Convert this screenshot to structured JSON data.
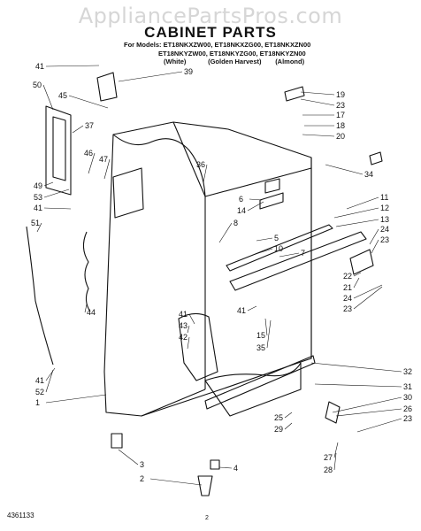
{
  "watermark": "AppliancePartsPros.com",
  "title": "CABINET PARTS",
  "models": {
    "line1": "For Models: ET18NKXZW00, ET18NKXZG00, ET18NKXZN00",
    "line2": "ET18NKYZW00, ET18NKYZG00, ET18NKYZN00",
    "colors": [
      "(White)",
      "(Golden Harvest)",
      "(Almond)"
    ]
  },
  "callouts": [
    "41",
    "39",
    "50",
    "45",
    "37",
    "46",
    "47",
    "49",
    "53",
    "41",
    "51",
    "44",
    "36",
    "19",
    "23",
    "17",
    "18",
    "20",
    "34",
    "6",
    "14",
    "8",
    "11",
    "12",
    "13",
    "24",
    "5",
    "10",
    "7",
    "23",
    "22",
    "21",
    "24",
    "23",
    "41",
    "15",
    "35",
    "41",
    "43",
    "42",
    "41",
    "52",
    "1",
    "32",
    "31",
    "30",
    "26",
    "23",
    "25",
    "29",
    "3",
    "27",
    "28",
    "2",
    "4"
  ],
  "footer": {
    "doc_number": "4361133",
    "page": "2"
  }
}
